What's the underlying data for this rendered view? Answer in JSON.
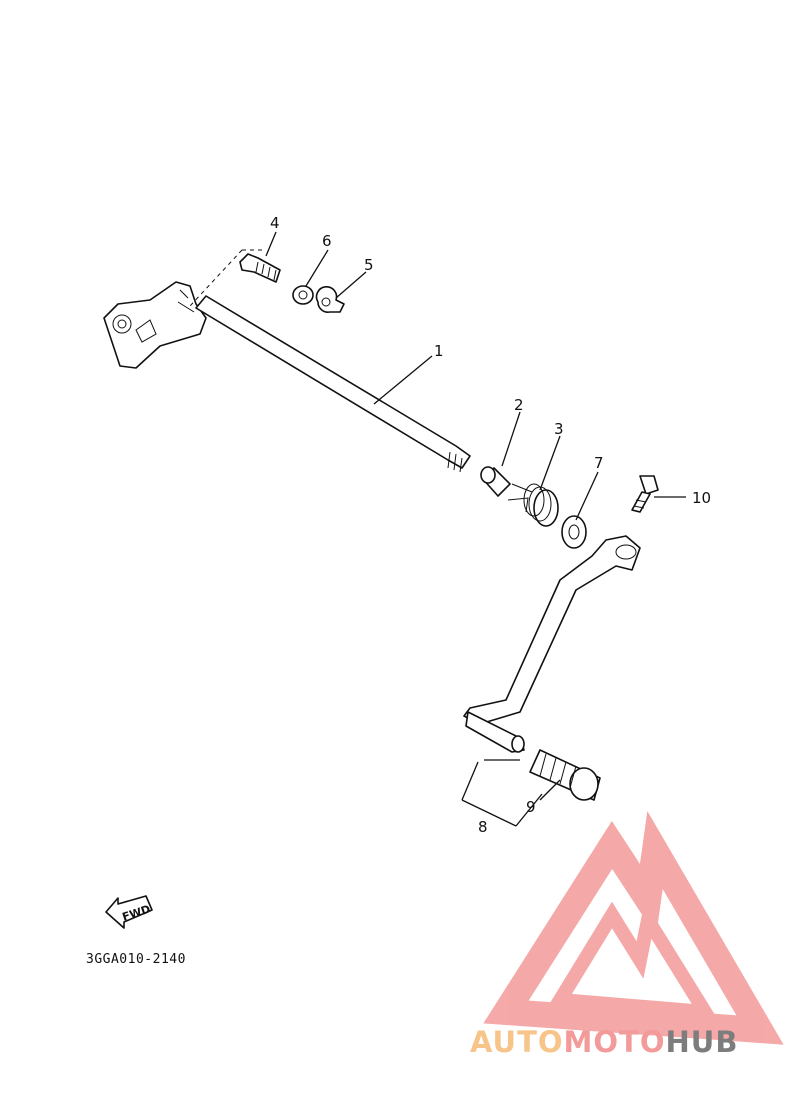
{
  "diagram": {
    "callouts": [
      {
        "id": "1",
        "label": "1"
      },
      {
        "id": "2",
        "label": "2"
      },
      {
        "id": "3",
        "label": "3"
      },
      {
        "id": "4",
        "label": "4"
      },
      {
        "id": "5",
        "label": "5"
      },
      {
        "id": "6",
        "label": "6"
      },
      {
        "id": "7",
        "label": "7"
      },
      {
        "id": "8",
        "label": "8"
      },
      {
        "id": "9",
        "label": "9"
      },
      {
        "id": "10",
        "label": "10"
      }
    ],
    "drawing_code": "3GGA010-2140",
    "direction_arrow": {
      "label": "FWD",
      "icon": "fwd-arrow-icon"
    }
  },
  "watermark": {
    "text_part1": "AUTO",
    "text_part2": "MOTO",
    "text_part3": "HUB",
    "colors": {
      "logo": "#f39a9a",
      "part1": "#f7c48a",
      "part2": "#f39a9a",
      "part3": "#7d7d7d"
    }
  }
}
